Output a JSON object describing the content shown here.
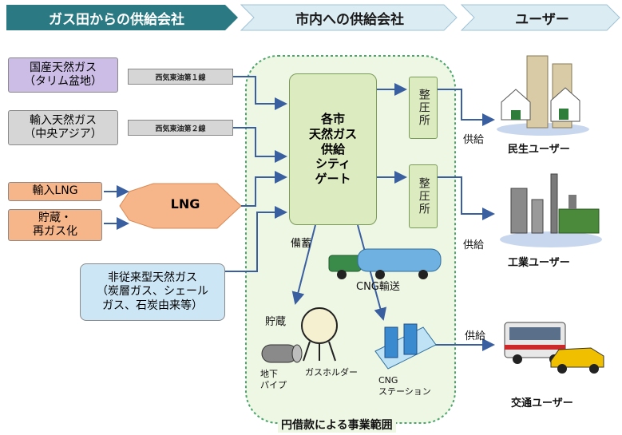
{
  "headers": {
    "gasfield": "ガス田からの供給会社",
    "city": "市内への供給会社",
    "user": "ユーザー"
  },
  "sources": {
    "domestic": "国産天然ガス\n（タリム盆地）",
    "import": "輸入天然ガス\n（中央アジア）",
    "lng_import": "輸入LNG",
    "storage_regas": "貯蔵・\n再ガス化",
    "unconventional": "非従来型天然ガス\n（炭層ガス、シェール\nガス、石炭由来等）"
  },
  "pipelines": {
    "line1": "西気東油第１線",
    "line2": "西気東油第２線"
  },
  "lng": "LNG",
  "city_gate": "各市\n天然ガス\n供給\nシティ\nゲート",
  "regulator": "整圧所",
  "supply": "供給",
  "stock": "備蓄",
  "storage": "貯蔵",
  "cng_transport": "CNG輸送",
  "underground_pipe": "地下\nパイプ",
  "gas_holder": "ガスホルダー",
  "cng_station": "CNG\nステーション",
  "loan_scope": "円借款による事業範囲",
  "users": {
    "residential": "民生ユーザー",
    "industrial": "工業ユーザー",
    "transport": "交通ユーザー"
  },
  "colors": {
    "header_dark": "#2b7a83",
    "header_light": "#dcecf3",
    "purple": "#cbbde6",
    "gray": "#d6d6d6",
    "orange": "#f7b58a",
    "blue": "#cde6f5",
    "green": "#dcebc0",
    "scope_border": "#4aa56a"
  }
}
